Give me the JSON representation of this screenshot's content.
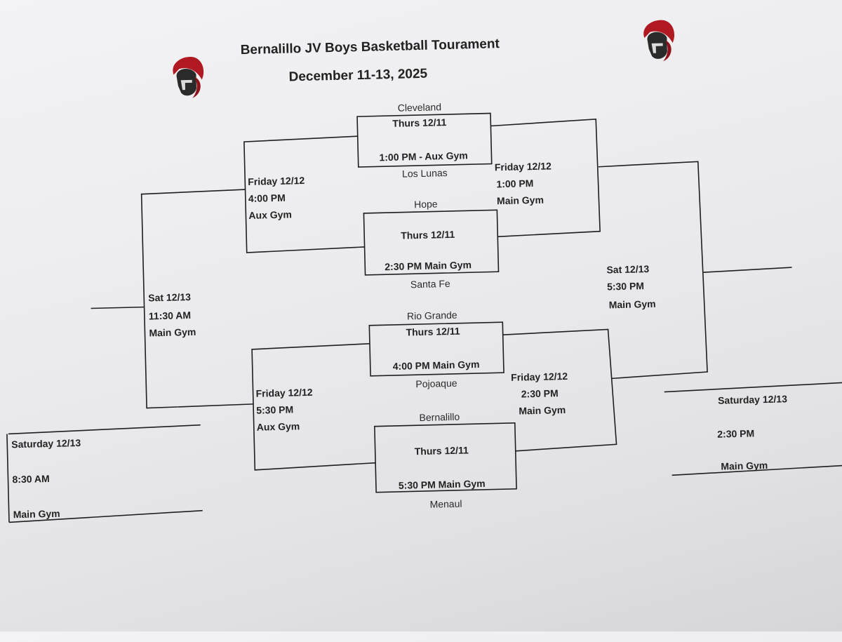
{
  "header": {
    "title": "Bernalillo JV Boys Basketball Tourament",
    "dates": "December 11-13, 2025"
  },
  "teams": {
    "cleveland": "Cleveland",
    "los_lunas": "Los Lunas",
    "hope": "Hope",
    "santa_fe": "Santa Fe",
    "rio_grande": "Rio Grande",
    "pojoaque": "Pojoaque",
    "bernalillo": "Bernalillo",
    "menaul": "Menaul"
  },
  "games": {
    "r1_top": {
      "day": "Thurs 12/11",
      "time": "1:00 PM - Aux Gym"
    },
    "r1_upper": {
      "day": "Thurs 12/11",
      "time": "2:30 PM Main Gym"
    },
    "r1_lower": {
      "day": "Thurs 12/11",
      "time": "4:00 PM Main Gym"
    },
    "r1_bottom": {
      "day": "Thurs 12/11",
      "time": "5:30 PM Main Gym"
    },
    "cons_top": {
      "day": "Friday 12/12",
      "time": "4:00 PM",
      "place": "Aux Gym"
    },
    "cons_bottom": {
      "day": "Friday 12/12",
      "time": "5:30 PM",
      "place": "Aux Gym"
    },
    "semi_top": {
      "day": "Friday 12/12",
      "time": "1:00 PM",
      "place": "Main Gym"
    },
    "semi_bottom": {
      "day": "Friday 12/12",
      "time": "2:30 PM",
      "place": "Main Gym"
    },
    "cons_final": {
      "day": "Sat 12/13",
      "time": "11:30 AM",
      "place": "Main Gym"
    },
    "final": {
      "day": "Sat 12/13",
      "time": "5:30 PM",
      "place": "Main Gym"
    },
    "place_left": {
      "day": "Saturday 12/13",
      "time": "8:30 AM",
      "place": "Main Gym"
    },
    "place_right": {
      "day": "Saturday 12/13",
      "time": "2:30 PM",
      "place": "Main Gym"
    }
  },
  "icons": {
    "logo": "spartan-helmet-icon",
    "logo_color": "#b01822"
  }
}
